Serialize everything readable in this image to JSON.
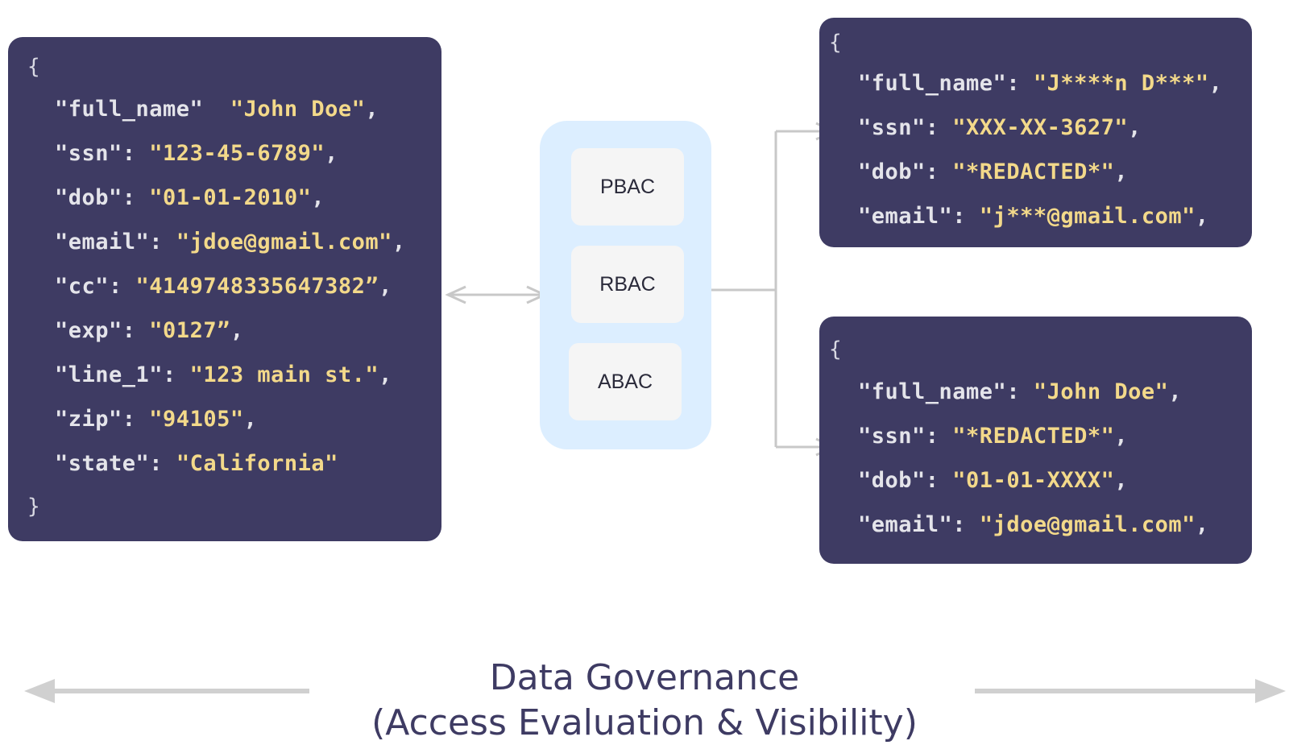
{
  "source_record": {
    "open_brace": "{",
    "close_brace": "}",
    "fields": [
      {
        "key": "\"full_name\"",
        "sep": "  ",
        "value": "\"John Doe\"",
        "tail": ","
      },
      {
        "key": "\"ssn\"",
        "sep": ": ",
        "value": "\"123-45-6789\"",
        "tail": ","
      },
      {
        "key": "\"dob\"",
        "sep": ": ",
        "value": "\"01-01-2010\"",
        "tail": ","
      },
      {
        "key": "\"email\"",
        "sep": ": ",
        "value": "\"jdoe@gmail.com\"",
        "tail": ","
      },
      {
        "key": "\"cc\"",
        "sep": ": ",
        "value": "\"4149748335647382”",
        "tail": ","
      },
      {
        "key": "\"exp\"",
        "sep": ": ",
        "value": "\"0127”",
        "tail": ","
      },
      {
        "key": "\"line_1\"",
        "sep": ": ",
        "value": "\"123 main st.\"",
        "tail": ","
      },
      {
        "key": "\"zip\"",
        "sep": ": ",
        "value": "\"94105\"",
        "tail": ","
      },
      {
        "key": "\"state\"",
        "sep": ": ",
        "value": "\"California\"",
        "tail": ""
      }
    ]
  },
  "policies": [
    {
      "label": "PBAC"
    },
    {
      "label": "RBAC"
    },
    {
      "label": "ABAC"
    }
  ],
  "output_top": {
    "open_brace": "{",
    "fields": [
      {
        "key": "\"full_name\"",
        "sep": ": ",
        "value": "\"J****n D***\"",
        "tail": ","
      },
      {
        "key": "\"ssn\"",
        "sep": ": ",
        "value": "\"XXX-XX-3627\"",
        "tail": ","
      },
      {
        "key": "\"dob\"",
        "sep": ": ",
        "value": "\"*REDACTED*\"",
        "tail": ","
      },
      {
        "key": "\"email\"",
        "sep": ": ",
        "value": "\"j***@gmail.com\"",
        "tail": ","
      }
    ]
  },
  "output_bottom": {
    "open_brace": "{",
    "fields": [
      {
        "key": "\"full_name\"",
        "sep": ": ",
        "value": "\"John Doe\"",
        "tail": ","
      },
      {
        "key": "\"ssn\"",
        "sep": ": ",
        "value": "\"*REDACTED*\"",
        "tail": ","
      },
      {
        "key": "\"dob\"",
        "sep": ": ",
        "value": "\"01-01-XXXX\"",
        "tail": ","
      },
      {
        "key": "\"email\"",
        "sep": ": ",
        "value": "\"jdoe@gmail.com\"",
        "tail": ","
      }
    ]
  },
  "footer": {
    "line1": "Data Governance",
    "line2": "(Access Evaluation & Visibility)"
  },
  "colors": {
    "card_bg": "#3e3b63",
    "key_text": "#e4e4ea",
    "value_text": "#f3d98a",
    "policy_panel": "#dceeff",
    "connector": "#c8c8c8"
  }
}
